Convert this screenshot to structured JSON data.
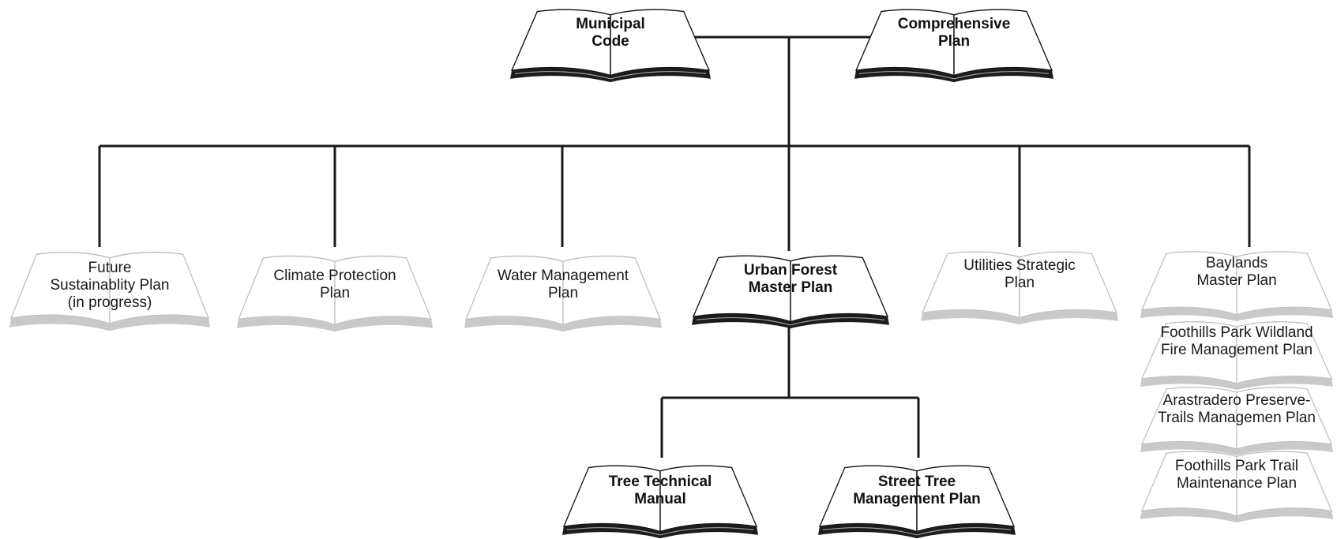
{
  "diagram": {
    "top": {
      "municipal_code": {
        "line1": "Municipal",
        "line2": "Code"
      },
      "comprehensive_plan": {
        "line1": "Comprehensive",
        "line2": "Plan"
      }
    },
    "plans": {
      "future_sustainability": {
        "line1": "Future",
        "line2": "Sustainablity Plan",
        "line3": "(in progress)"
      },
      "climate_protection": {
        "line1": "Climate Protection",
        "line2": "Plan"
      },
      "water_management": {
        "line1": "Water Management",
        "line2": "Plan"
      },
      "urban_forest": {
        "line1": "Urban Forest",
        "line2": "Master Plan"
      },
      "utilities_strategic": {
        "line1": "Utilities Strategic",
        "line2": "Plan"
      },
      "baylands": {
        "line1": "Baylands",
        "line2": "Master Plan"
      }
    },
    "urban_forest_children": {
      "tree_technical": {
        "line1": "Tree Technical",
        "line2": "Manual"
      },
      "street_tree": {
        "line1": "Street Tree",
        "line2": "Management Plan"
      }
    },
    "baylands_children": {
      "foothills_wildland": {
        "line1": "Foothills Park Wildland",
        "line2": "Fire Management Plan"
      },
      "arastradero": {
        "line1": "Arastradero Preserve-",
        "line2": "Trails Managemen Plan"
      },
      "foothills_trail": {
        "line1": "Foothills Park Trail",
        "line2": "Maintenance Plan"
      }
    }
  }
}
